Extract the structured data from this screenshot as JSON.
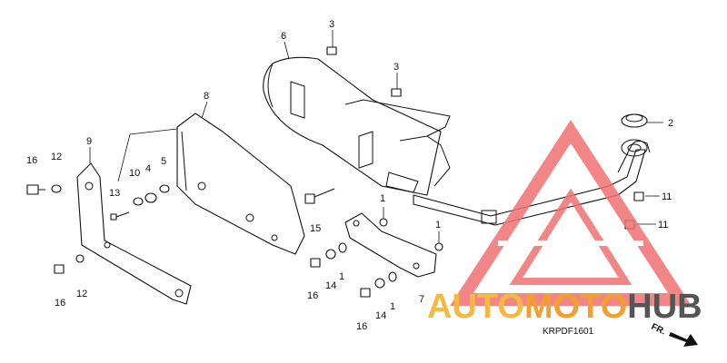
{
  "callouts": [
    {
      "id": "c6",
      "text": "6"
    },
    {
      "id": "c3a",
      "text": "3"
    },
    {
      "id": "c3b",
      "text": "3"
    },
    {
      "id": "c8",
      "text": "8"
    },
    {
      "id": "c2",
      "text": "2"
    },
    {
      "id": "c9",
      "text": "9"
    },
    {
      "id": "c16a",
      "text": "16"
    },
    {
      "id": "c12a",
      "text": "12"
    },
    {
      "id": "c10",
      "text": "10"
    },
    {
      "id": "c4",
      "text": "4"
    },
    {
      "id": "c5",
      "text": "5"
    },
    {
      "id": "c13",
      "text": "13"
    },
    {
      "id": "c1a",
      "text": "1"
    },
    {
      "id": "c1b",
      "text": "1"
    },
    {
      "id": "c11a",
      "text": "11"
    },
    {
      "id": "c11b",
      "text": "11"
    },
    {
      "id": "c15",
      "text": "15"
    },
    {
      "id": "c1c",
      "text": "1"
    },
    {
      "id": "c14a",
      "text": "14"
    },
    {
      "id": "c16b",
      "text": "16"
    },
    {
      "id": "c16c",
      "text": "16"
    },
    {
      "id": "c12b",
      "text": "12"
    },
    {
      "id": "c7",
      "text": "7"
    },
    {
      "id": "c1d",
      "text": "1"
    },
    {
      "id": "c14b",
      "text": "14"
    },
    {
      "id": "c16d",
      "text": "16"
    }
  ],
  "diagram_code": "KRPDF1601",
  "direction_label": "FR.",
  "watermark": {
    "auto": "AUTO",
    "moto": "MOTO",
    "hub": "HUB",
    "auto_color": "#f5b942",
    "moto_color": "#f0a030",
    "hub_color": "#555555",
    "logo_color": "#f07070"
  }
}
